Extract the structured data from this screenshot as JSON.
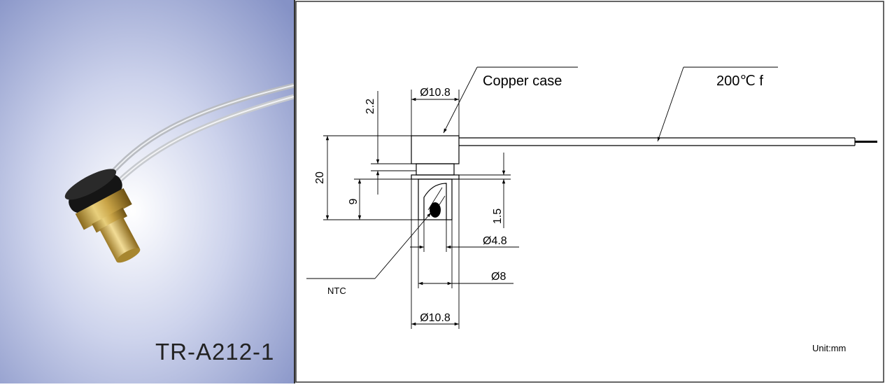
{
  "product": {
    "model": "TR-A212-1"
  },
  "drawing": {
    "callouts": {
      "case": "Copper case",
      "wire": "200℃ f",
      "sensor": "NTC"
    },
    "dimensions": {
      "top_diameter": "Ø10.8",
      "height_total": "20",
      "height_cap": "2.2",
      "height_body": "9",
      "gap": "1.5",
      "pin_diameter": "Ø4.8",
      "body_diameter": "Ø8",
      "bottom_diameter": "Ø10.8"
    },
    "unit": "Unit:mm"
  }
}
